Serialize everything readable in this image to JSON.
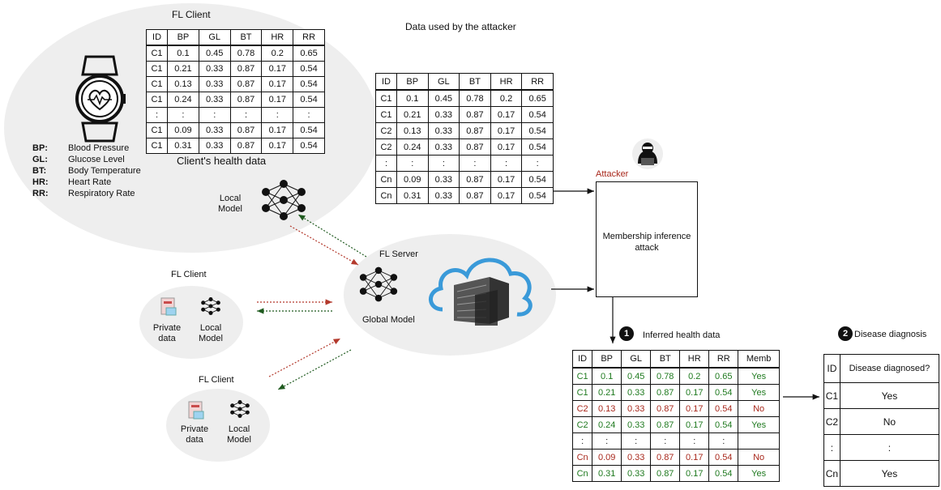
{
  "fl_client_top": {
    "title": "FL Client",
    "caption": "Client's health data",
    "headers": [
      "ID",
      "BP",
      "GL",
      "BT",
      "HR",
      "RR"
    ],
    "rows": [
      [
        "C1",
        "0.1",
        "0.45",
        "0.78",
        "0.2",
        "0.65"
      ],
      [
        "C1",
        "0.21",
        "0.33",
        "0.87",
        "0.17",
        "0.54"
      ],
      [
        "C1",
        "0.13",
        "0.33",
        "0.87",
        "0.17",
        "0.54"
      ],
      [
        "C1",
        "0.24",
        "0.33",
        "0.87",
        "0.17",
        "0.54"
      ],
      [
        ":",
        ":",
        ":",
        ":",
        ":",
        ":"
      ],
      [
        "C1",
        "0.09",
        "0.33",
        "0.87",
        "0.17",
        "0.54"
      ],
      [
        "C1",
        "0.31",
        "0.33",
        "0.87",
        "0.17",
        "0.54"
      ]
    ],
    "local_model": "Local\nModel"
  },
  "abbreviations": [
    {
      "abbr": "BP:",
      "full": "Blood Pressure"
    },
    {
      "abbr": "GL:",
      "full": "Glucose Level"
    },
    {
      "abbr": "BT:",
      "full": "Body Temperature"
    },
    {
      "abbr": "HR:",
      "full": "Heart Rate"
    },
    {
      "abbr": "RR:",
      "full": "Respiratory Rate"
    }
  ],
  "attacker_data": {
    "title": "Data used by the attacker",
    "headers": [
      "ID",
      "BP",
      "GL",
      "BT",
      "HR",
      "RR"
    ],
    "rows": [
      [
        "C1",
        "0.1",
        "0.45",
        "0.78",
        "0.2",
        "0.65"
      ],
      [
        "C1",
        "0.21",
        "0.33",
        "0.87",
        "0.17",
        "0.54"
      ],
      [
        "C2",
        "0.13",
        "0.33",
        "0.87",
        "0.17",
        "0.54"
      ],
      [
        "C2",
        "0.24",
        "0.33",
        "0.87",
        "0.17",
        "0.54"
      ],
      [
        ":",
        ":",
        ":",
        ":",
        ":",
        ":"
      ],
      [
        "Cn",
        "0.09",
        "0.33",
        "0.87",
        "0.17",
        "0.54"
      ],
      [
        "Cn",
        "0.31",
        "0.33",
        "0.87",
        "0.17",
        "0.54"
      ]
    ]
  },
  "attacker": {
    "label": "Attacker",
    "box_text": "Membership inference attack",
    "accent": "#a8281c"
  },
  "server": {
    "title": "FL Server",
    "model_label": "Global Model"
  },
  "fl_client_mid": {
    "title": "FL Client",
    "private_label": "Private\ndata",
    "model_label": "Local\nModel"
  },
  "fl_client_bottom": {
    "title": "FL Client",
    "private_label": "Private\ndata",
    "model_label": "Local\nModel"
  },
  "inferred": {
    "step": "1",
    "title": "Inferred health data",
    "headers": [
      "ID",
      "BP",
      "GL",
      "BT",
      "HR",
      "RR",
      "Memb"
    ],
    "rows": [
      {
        "cells": [
          "C1",
          "0.1",
          "0.45",
          "0.78",
          "0.2",
          "0.65",
          "Yes"
        ],
        "status": "green"
      },
      {
        "cells": [
          "C1",
          "0.21",
          "0.33",
          "0.87",
          "0.17",
          "0.54",
          "Yes"
        ],
        "status": "green"
      },
      {
        "cells": [
          "C2",
          "0.13",
          "0.33",
          "0.87",
          "0.17",
          "0.54",
          "No"
        ],
        "status": "red"
      },
      {
        "cells": [
          "C2",
          "0.24",
          "0.33",
          "0.87",
          "0.17",
          "0.54",
          "Yes"
        ],
        "status": "green"
      },
      {
        "cells": [
          ":",
          ":",
          ":",
          ":",
          ":",
          ":",
          ""
        ],
        "status": "plain"
      },
      {
        "cells": [
          "Cn",
          "0.09",
          "0.33",
          "0.87",
          "0.17",
          "0.54",
          "No"
        ],
        "status": "red"
      },
      {
        "cells": [
          "Cn",
          "0.31",
          "0.33",
          "0.87",
          "0.17",
          "0.54",
          "Yes"
        ],
        "status": "green"
      }
    ],
    "colors": {
      "member": "#1f7a1f",
      "non_member": "#a8281c"
    }
  },
  "diagnosis": {
    "step": "2",
    "title": "Disease diagnosis",
    "headers": [
      "ID",
      "Disease diagnosed?"
    ],
    "rows": [
      [
        "C1",
        "Yes"
      ],
      [
        "C2",
        "No"
      ],
      [
        ":",
        ":"
      ],
      [
        "Cn",
        "Yes"
      ]
    ]
  }
}
